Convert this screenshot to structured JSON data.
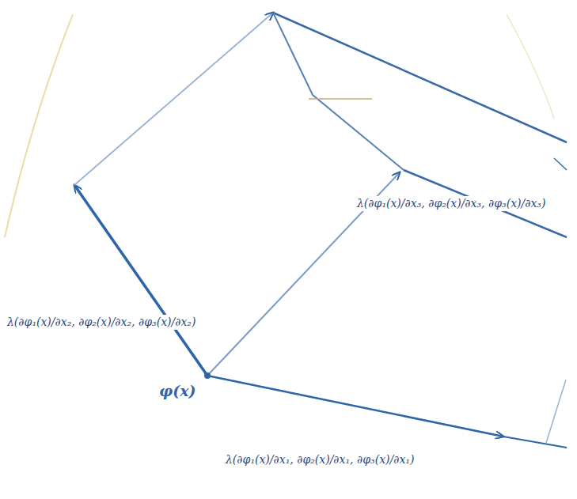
{
  "diagram": {
    "labels": [
      "φ(x)",
      "λ(∂φ₁(x)/∂x₂, ∂φ₂(x)/∂x₂, ∂φ₃(x)/∂x₂)",
      "λ(∂φ₁(x)/∂x₃, ∂φ₂(x)/∂x₃, ∂φ₃(x)/∂x₃)",
      "λ(∂φ₁(x)/∂x₁, ∂φ₂(x)/∂x₁, ∂φ₃(x)/∂x₁)"
    ]
  }
}
